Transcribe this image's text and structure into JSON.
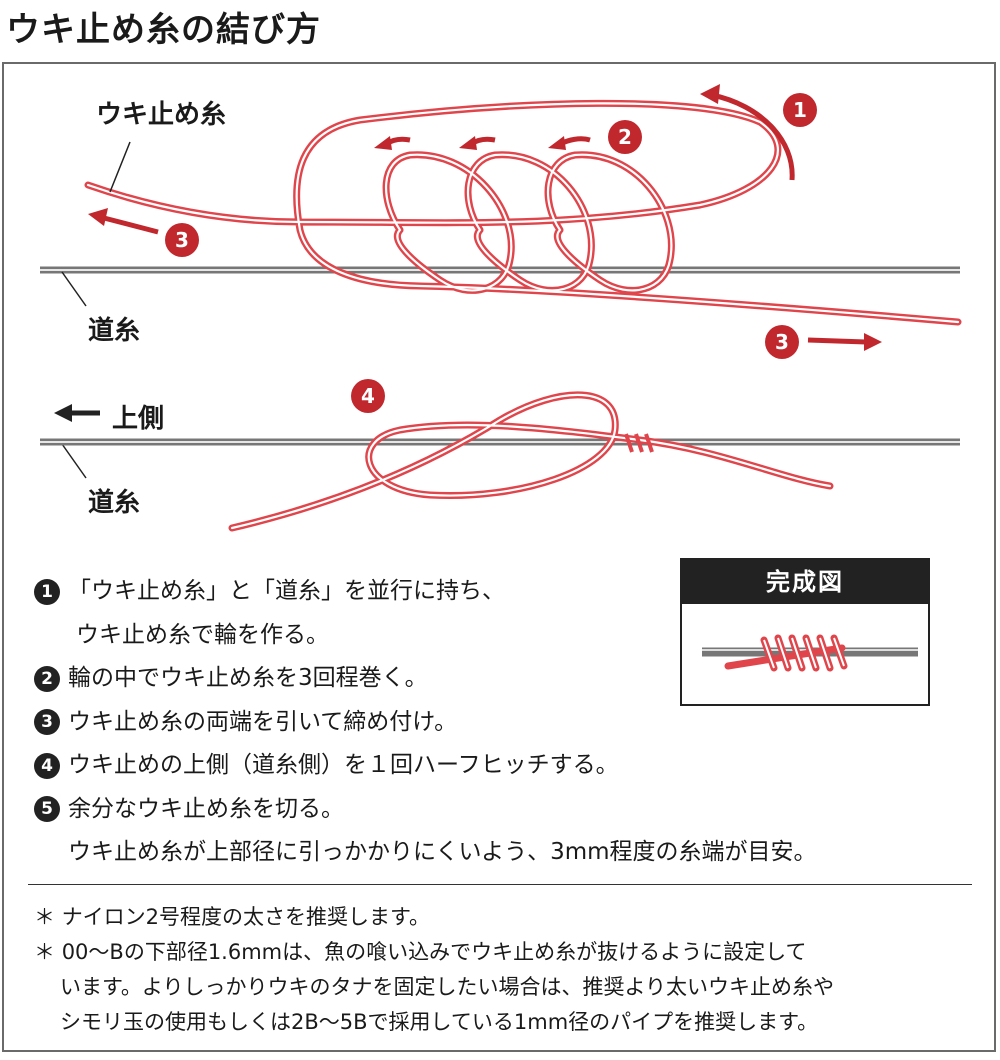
{
  "title": "ウキ止め糸の結び方",
  "labels": {
    "uki_line": "ウキ止め糸",
    "main_line_1": "道糸",
    "upper_side": "上側",
    "main_line_2": "道糸"
  },
  "markers": [
    "1",
    "2",
    "3",
    "3",
    "4"
  ],
  "steps": [
    {
      "num": "1",
      "text": "「ウキ止め糸」と「道糸」を並行に持ち、",
      "cont": "ウキ止め糸で輪を作る。"
    },
    {
      "num": "2",
      "text": "輪の中でウキ止め糸を3回程巻く。"
    },
    {
      "num": "3",
      "text": "ウキ止め糸の両端を引いて締め付け。"
    },
    {
      "num": "4",
      "text": "ウキ止めの上側（道糸側）を１回ハーフヒッチする。"
    },
    {
      "num": "5",
      "text": "余分なウキ止め糸を切る。",
      "cont": "ウキ止め糸が上部径に引っかかりにくいよう、3mm程度の糸端が目安。"
    }
  ],
  "completed": {
    "heading": "完成図"
  },
  "notes": [
    {
      "mark": "＊",
      "text": "ナイロン2号程度の太さを推奨します。"
    },
    {
      "mark": "＊",
      "text": "00～Bの下部径1.6mmは、魚の喰い込みでウキ止め糸が抜けるように設定して",
      "cont": [
        "います。よりしっかりウキのタナを固定したい場合は、推奨より太いウキ止め糸や",
        "シモリ玉の使用もしくは2B～5Bで採用している1mm径のパイプを推奨します。"
      ]
    }
  ],
  "colors": {
    "marker_red": "#c0282e",
    "thread_red": "#e0454b",
    "main_line_gray": "#8c8c8c",
    "text": "#1a1a1a"
  }
}
